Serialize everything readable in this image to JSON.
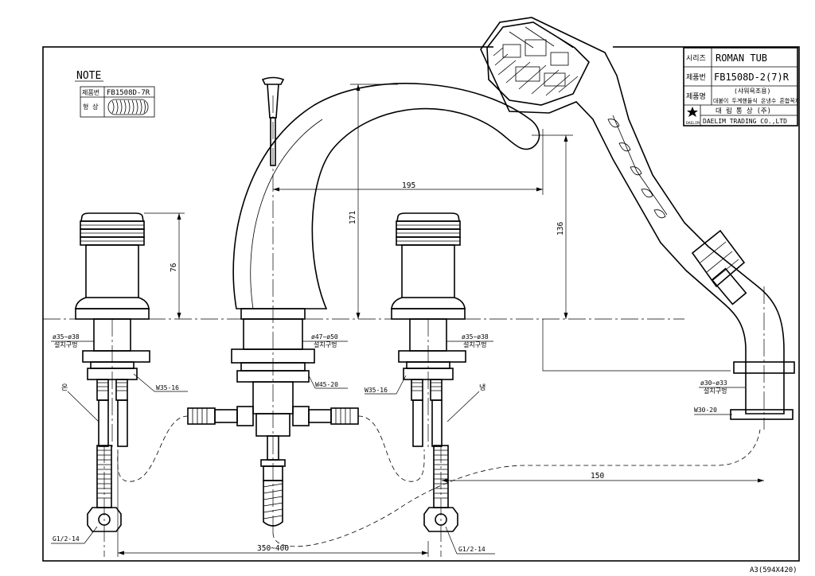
{
  "note": {
    "heading": "NOTE",
    "product_no_label": "제품번",
    "product_no": "FB1508D-7R",
    "shape_label": "형 상"
  },
  "title_block": {
    "series_label": "시리즈",
    "series": "ROMAN TUB",
    "product_no_label": "제품번",
    "product_no": "FB1508D-2(7)R",
    "product_name_label": "제품명",
    "product_name_line1": "(샤워욕조용)",
    "product_name_line2": "대붙이 두계핸들식 온냉수 혼합꼭지",
    "company_kr": "대 림 통 상 (주)",
    "company_en": "DAELIM TRADING CO.,LTD",
    "logo_text": "DAELIM"
  },
  "dimensions": {
    "spout_reach": "195",
    "spout_height": "171",
    "handle_height": "76",
    "shower_height": "136",
    "shower_offset": "150",
    "spacing": "350~400"
  },
  "callouts": {
    "left_hole": "ø35~ø38",
    "left_hole_sub": "설치구멍",
    "center_hole": "ø47~ø50",
    "center_hole_sub": "설치구멍",
    "right_hole": "ø35~ø38",
    "right_hole_sub": "설치구멍",
    "shower_hole": "ø30~ø33",
    "shower_hole_sub": "설치구멍",
    "w_left": "W35-16",
    "w_center": "W45-20",
    "w_right": "W35-16",
    "w_shower": "W30-20",
    "hot": "온",
    "cold": "냉",
    "g_left": "G1/2-14",
    "g_right": "G1/2-14"
  },
  "sheet_size": "A3(594X420)"
}
